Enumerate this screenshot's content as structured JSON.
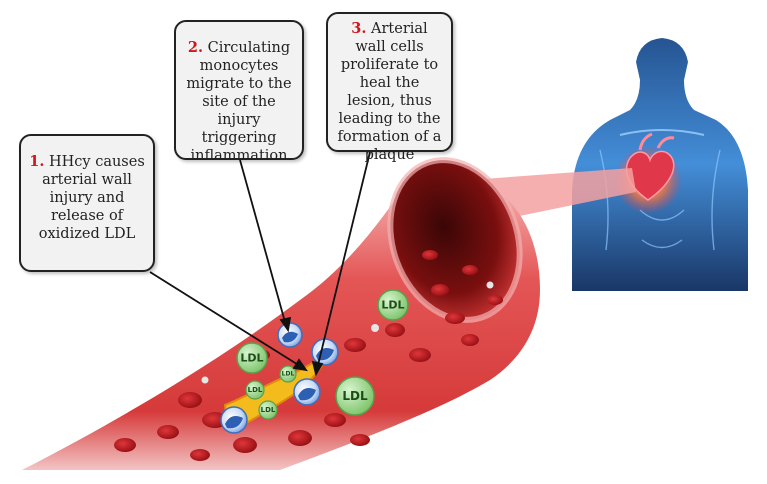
{
  "callouts": [
    {
      "number": "1.",
      "text": "HHcy causes arterial wall injury and release of oxidized LDL"
    },
    {
      "number": "2.",
      "text": "Circulating monocytes migrate to the site of the injury triggering inflammation"
    },
    {
      "number": "3.",
      "text": "Arterial wall cells proliferate to heal the lesion, thus leading to the formation of a plaque"
    }
  ],
  "ldl_label": "LDL",
  "colors": {
    "vessel": "#e04a4a",
    "vessel_dark": "#a51d1d",
    "rbc": "#b3161a",
    "lesion": "#f5c21b",
    "ldl_fill": "#9bd88a",
    "monocyte": "#4a7fd4",
    "body_blue": "#2c74c4",
    "heart": "#e0384a",
    "number_red": "#d0161b"
  },
  "icons": [
    "monocyte-icon",
    "ldl-particle-icon",
    "red-blood-cell-icon",
    "human-torso-icon",
    "heart-icon"
  ]
}
